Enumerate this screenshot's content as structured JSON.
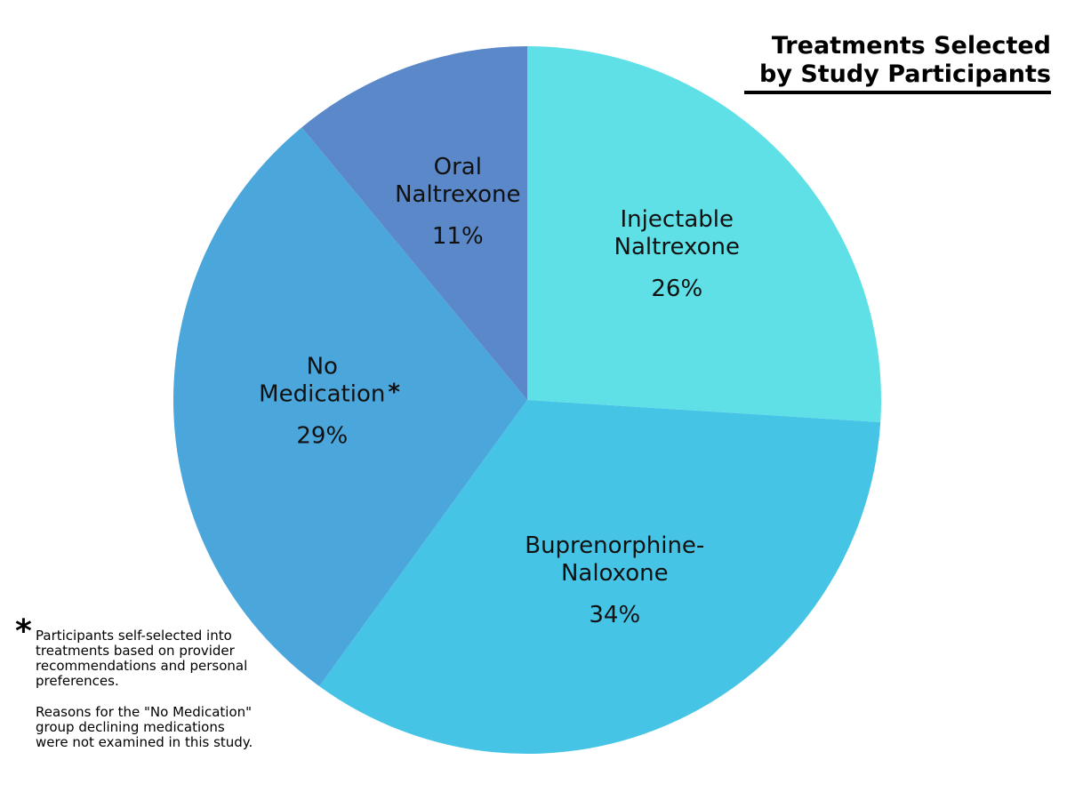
{
  "chart_data": {
    "type": "pie",
    "title_lines": [
      "Treatments Selected",
      "by Study Participants"
    ],
    "slices": [
      {
        "name_lines": [
          "Injectable",
          "Naltrexone"
        ],
        "value": 26,
        "label": "26%",
        "color": "#5ee0e6"
      },
      {
        "name_lines": [
          "Buprenorphine-",
          "Naloxone"
        ],
        "value": 34,
        "label": "34%",
        "color": "#45c4e6"
      },
      {
        "name_lines": [
          "No",
          "Medication"
        ],
        "value": 29,
        "label": "29%",
        "color": "#4aa6db",
        "marker": "*"
      },
      {
        "name_lines": [
          "Oral",
          "Naltrexone"
        ],
        "value": 11,
        "label": "11%",
        "color": "#5b88c9"
      }
    ],
    "start": "12 o'clock",
    "direction": "clockwise",
    "legend": "none"
  },
  "footnote": {
    "marker": "*",
    "paragraph_1": "Participants self-selected into treatments based on provider recommendations and personal preferences.",
    "paragraph_2": "Reasons for the \"No Medication\" group declining medications were not examined in this study."
  }
}
